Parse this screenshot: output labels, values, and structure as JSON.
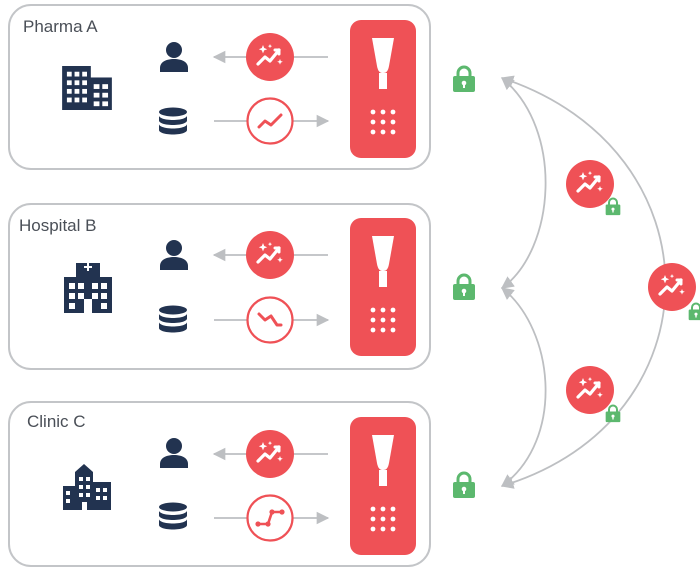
{
  "nodes": [
    {
      "label": "Pharma A",
      "building": "office-building-icon",
      "data_trend": "trend-up-icon"
    },
    {
      "label": "Hospital B",
      "building": "hospital-building-icon",
      "data_trend": "trend-down-icon"
    },
    {
      "label": "Clinic C",
      "building": "clinic-building-icon",
      "data_trend": "trend-step-icon"
    }
  ],
  "icons": {
    "person": "person-icon",
    "database": "database-icon",
    "model": "sparkle-trend-icon",
    "device": "secure-enclave-device-icon",
    "lock": "lock-icon"
  },
  "colors": {
    "accent_red": "#ef5156",
    "navy": "#223350",
    "lock_green": "#5cb86e",
    "box_border": "#c3c5c8",
    "arrow_gray": "#bdbfc2",
    "label_text": "#4a4f57"
  }
}
